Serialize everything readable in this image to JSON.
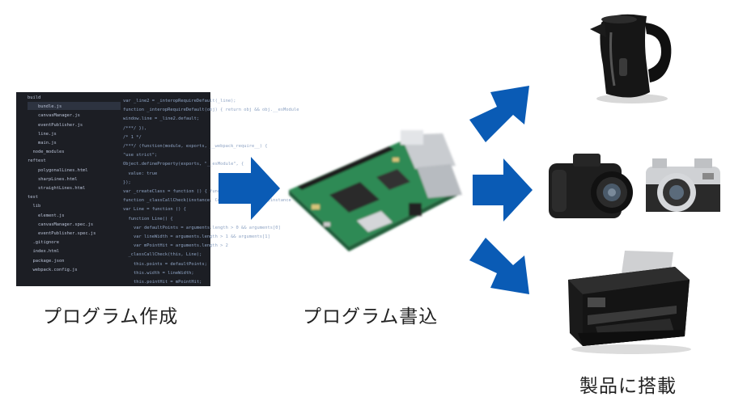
{
  "steps": [
    {
      "caption": "プログラム作成",
      "image_icon": "code-editor-screenshot"
    },
    {
      "caption": "プログラム書込",
      "image_icon": "raspberry-pi-board-photo"
    },
    {
      "caption": "製品に搭載",
      "image_icon": "products-photos",
      "products": [
        "electric-kettle-photo",
        "cameras-photo",
        "printer-photo"
      ]
    }
  ],
  "code_image": {
    "file_tree": [
      "build",
      "bundle.js",
      "canvasManager.js",
      "eventPublisher.js",
      "line.js",
      "main.js",
      "node_modules",
      "reftest",
      "polygonalLines.html",
      "sharpLines.html",
      "straightLines.html",
      "test",
      "lib",
      "element.js",
      "canvasManager.spec.js",
      "eventPublisher.spec.js",
      ".gitignore",
      "index.html",
      "package.json",
      "webpack.config.js"
    ],
    "code_lines": [
      "var _line2 = _interopRequireDefault(_line);",
      "function _interopRequireDefault(obj) { return obj && obj.__esModule",
      "window.line = _line2.default;",
      "/***/ }),",
      "/* 1 */",
      "/***/ (function(module, exports, __webpack_require__) {",
      "\"use strict\";",
      "Object.defineProperty(exports, \"__esModule\", {",
      "  value: true",
      "});",
      "var _createClass = function () { function defineProperties",
      "function _classCallCheck(instance, Constructor) { if (!(instance",
      "var Line = function () {",
      "  function Line() {",
      "    var defaultPoints = arguments.length > 0 && arguments[0]",
      "    var lineWidth = arguments.length > 1 && arguments[1]",
      "    var mPointHit = arguments.length > 2",
      "  _classCallCheck(this, Line);",
      "    this.points = defaultPoints;",
      "    this.width = lineWidth;",
      "    this.pointHit = mPointHit;"
    ]
  },
  "colors": {
    "arrow": "#0a5bb5",
    "caption": "#222222"
  }
}
